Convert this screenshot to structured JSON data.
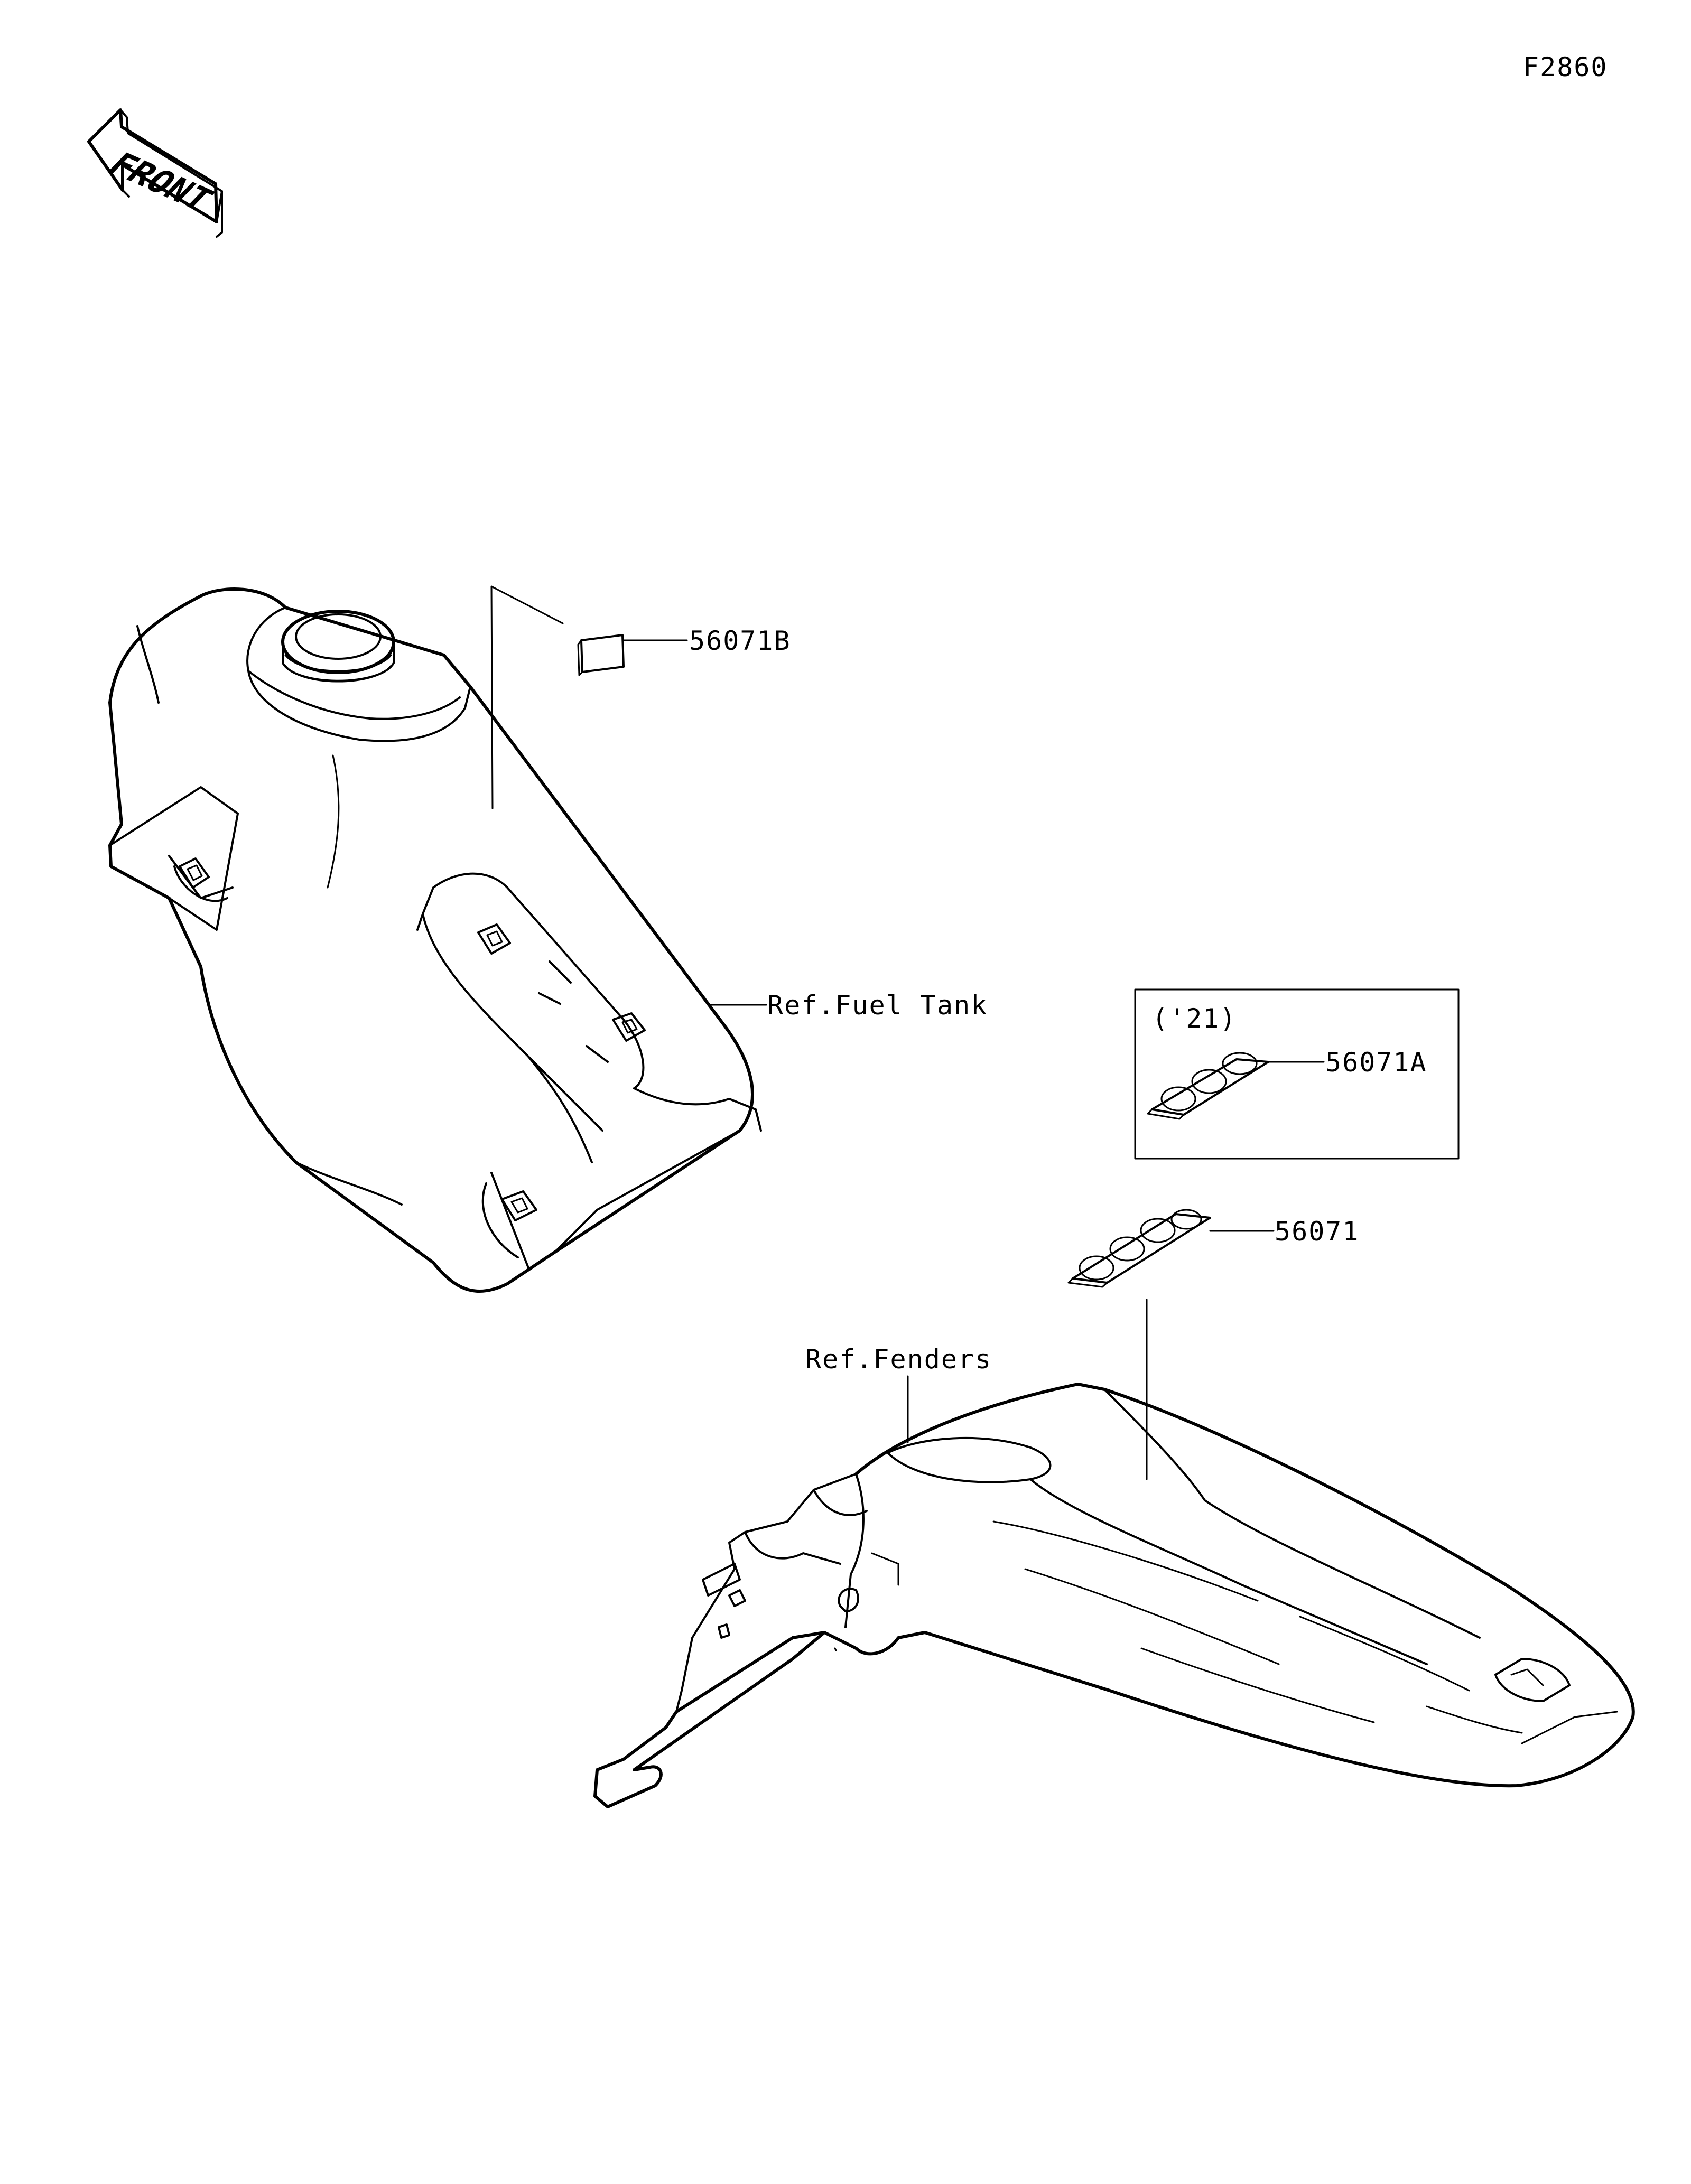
{
  "diagram_code": "F2860",
  "front_label": "FRONT",
  "parts": {
    "p56071B": "56071B",
    "p56071A": "56071A",
    "p56071": "56071"
  },
  "refs": {
    "fuel_tank": "Ref.Fuel Tank",
    "fenders": "Ref.Fenders"
  },
  "year_box_label": "('21)"
}
